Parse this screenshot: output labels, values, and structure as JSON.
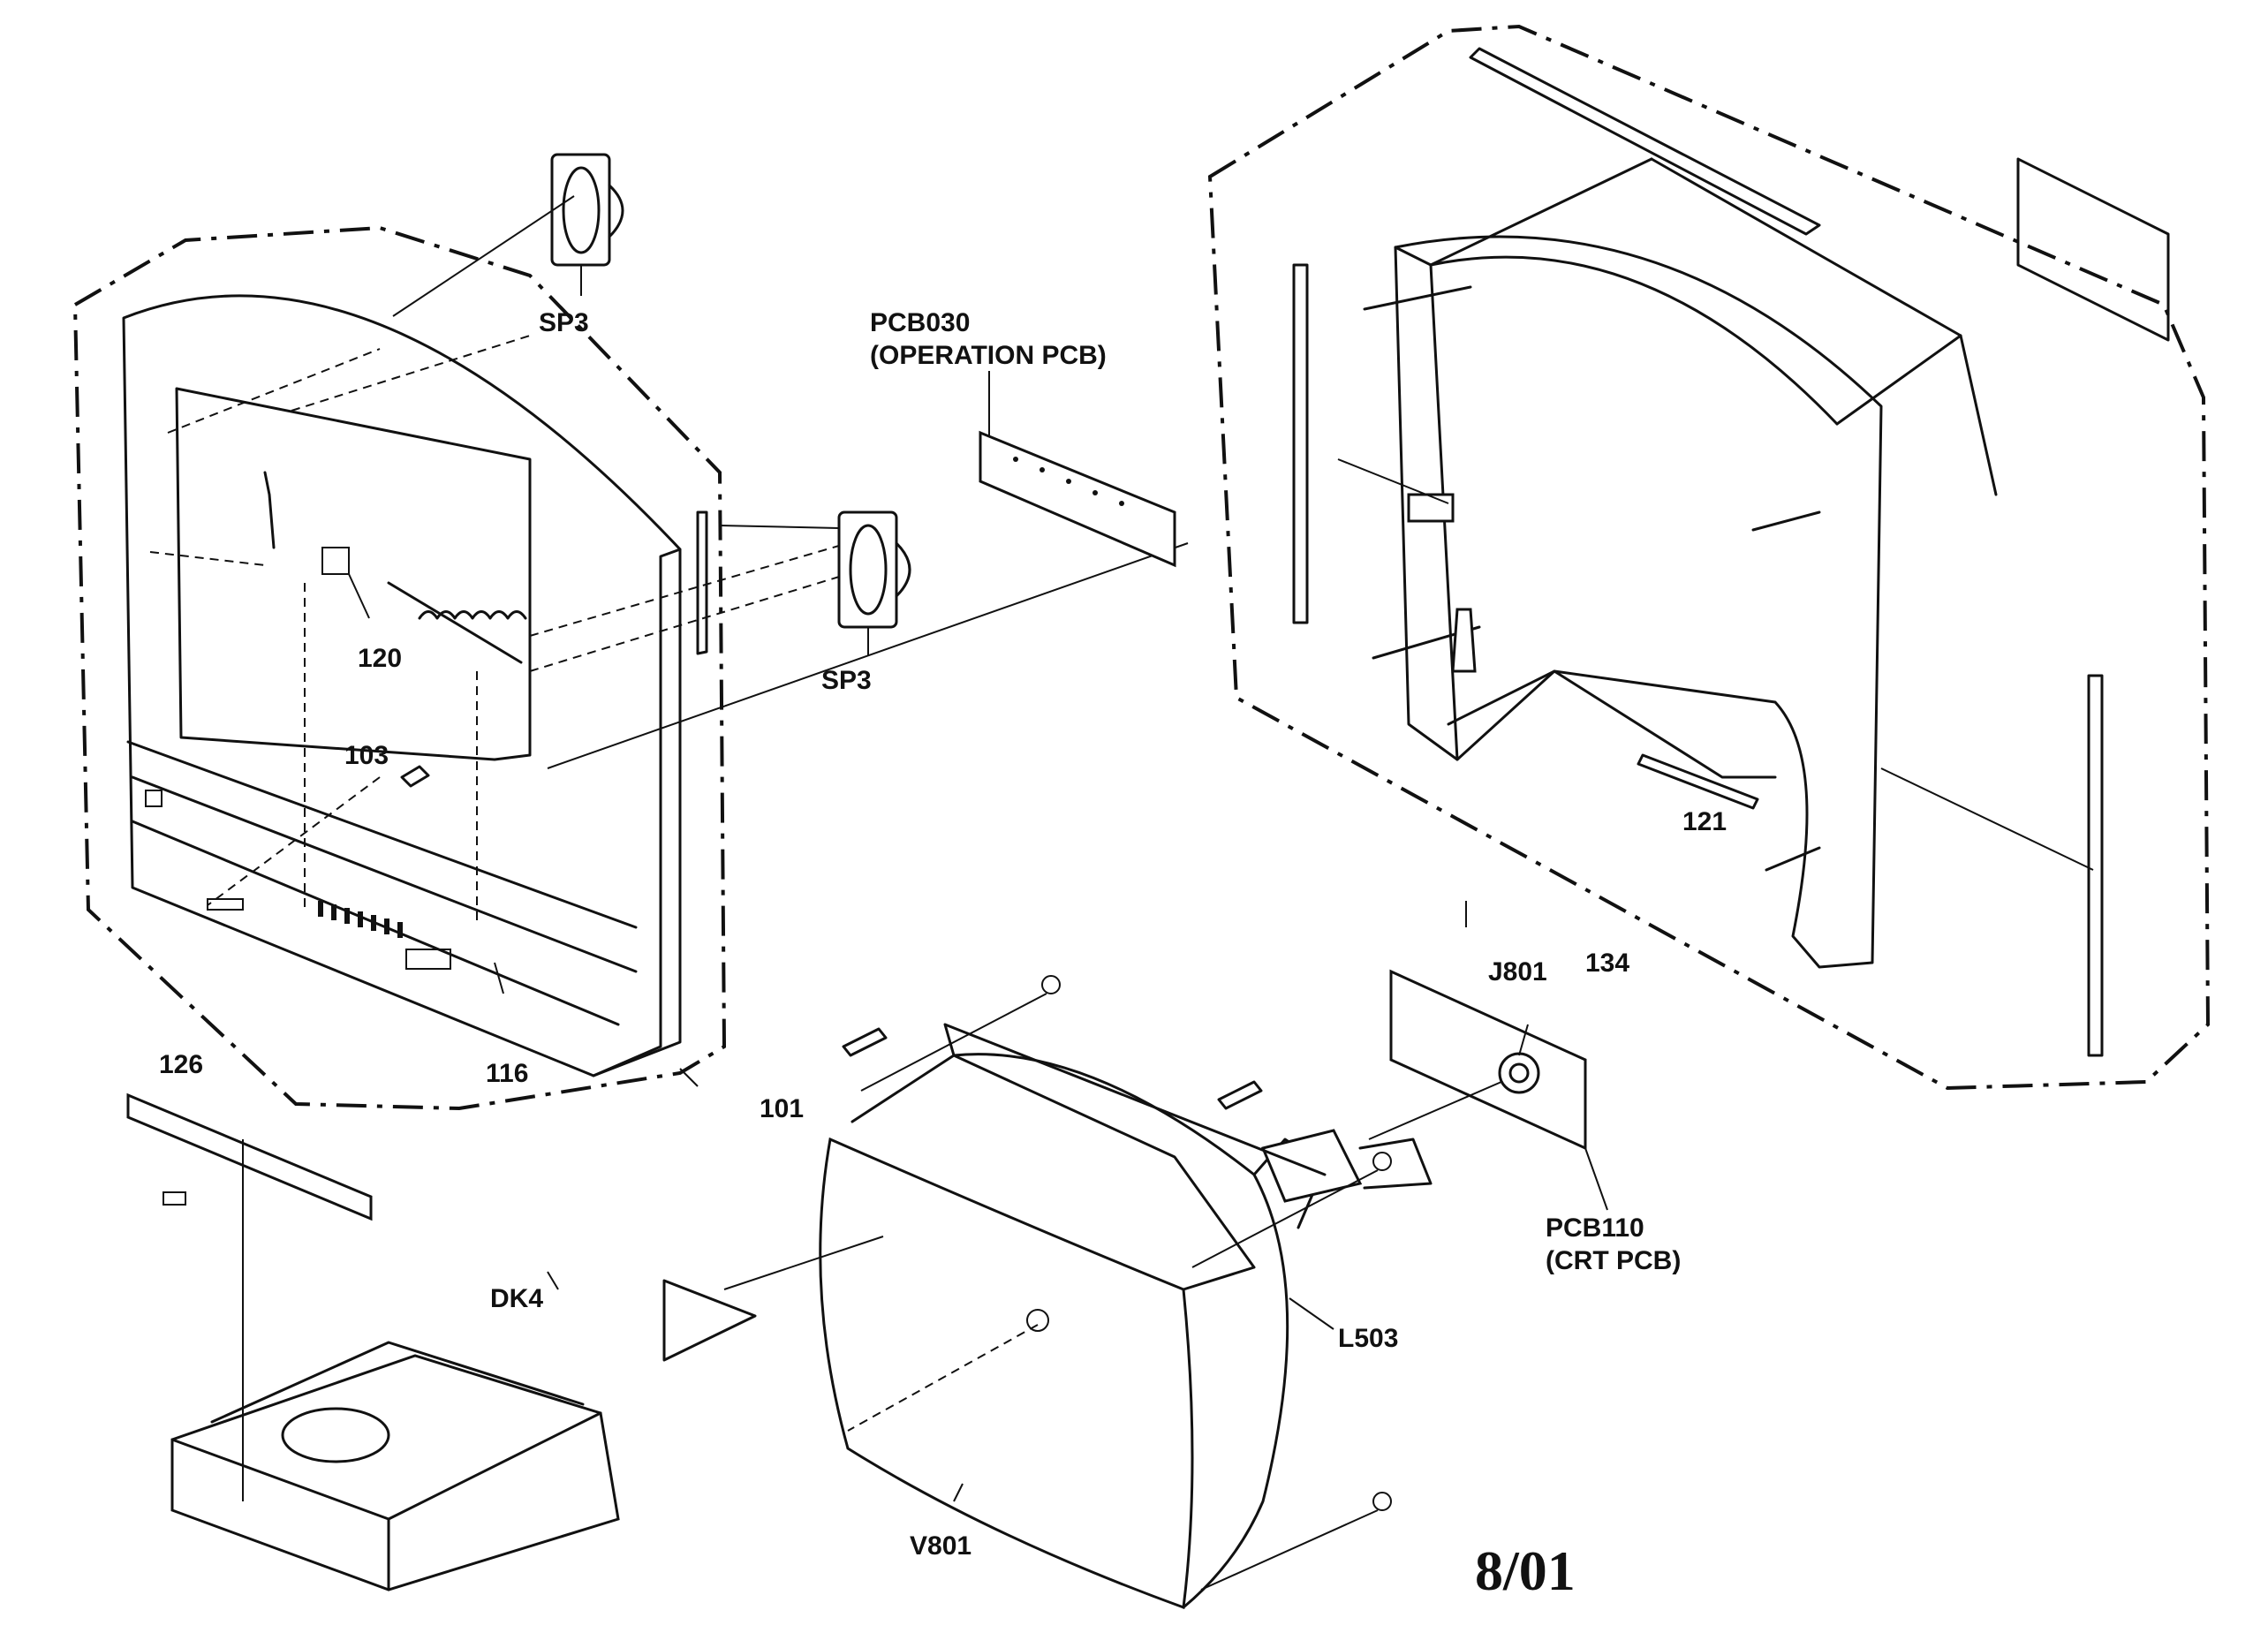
{
  "diagram": {
    "labels": {
      "sp3_top": "SP3",
      "sp3_mid": "SP3",
      "pcb030_line1": "PCB030",
      "pcb030_line2": "(OPERATION PCB)",
      "p120": "120",
      "p103": "103",
      "p116": "116",
      "p101": "101",
      "p126": "126",
      "dk4": "DK4",
      "p121": "121",
      "p134": "134",
      "j801": "J801",
      "pcb110_line1": "PCB110",
      "pcb110_line2": "(CRT PCB)",
      "l503": "L503",
      "v801": "V801"
    },
    "page_stamp": "8/01"
  }
}
